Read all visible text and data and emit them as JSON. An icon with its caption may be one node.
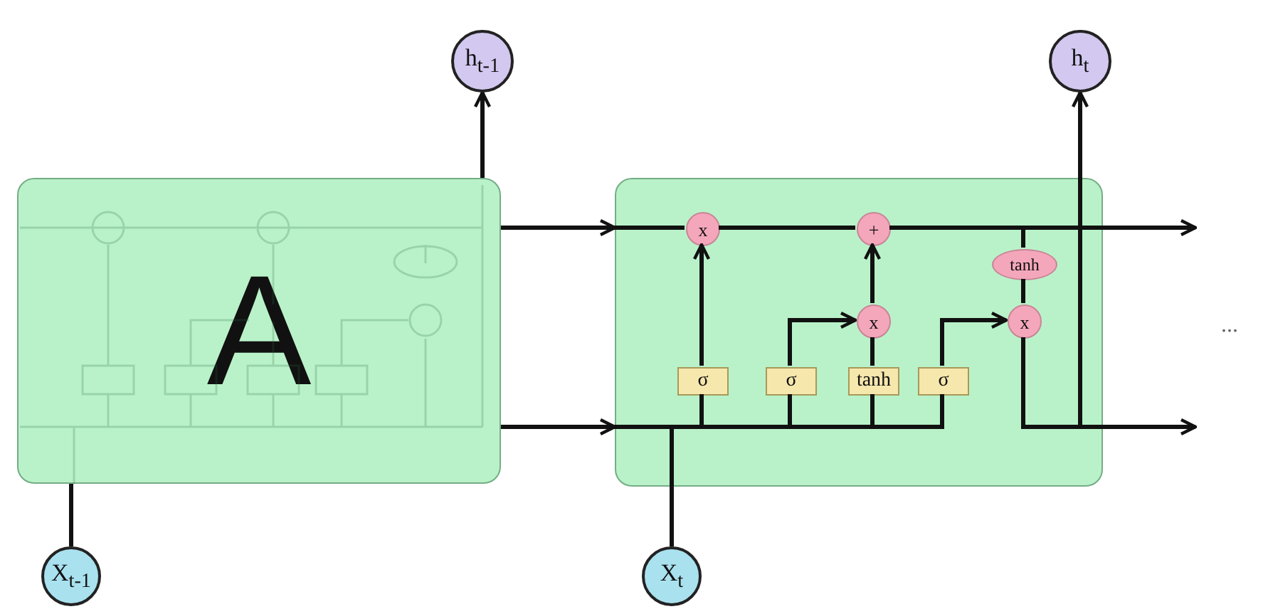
{
  "diagram": {
    "nodes": [
      {
        "text": [
          "A"
        ]
      },
      {
        "text": [
          "h$_{t-1}$"
        ]
      },
      {
        "text": [
          "X$_{t-1}$"
        ]
      },
      {
        "text": [],
        "shape": "box"
      },
      {
        "text": [
          "x"
        ],
        "in": 3
      },
      {
        "text": [
          "+"
        ],
        "in": 3
      },
      {
        "text": [
          "tanh"
        ],
        "in": 3
      },
      {
        "text": [
          "x"
        ],
        "in": 3
      },
      {
        "text": [
          "x"
        ],
        "in": 3
      },
      {
        "text": [
          "σ"
        ],
        "in": 3
      },
      {
        "text": [
          "σ"
        ],
        "in": 3
      },
      {
        "text": [
          "tanh"
        ],
        "in": 3
      },
      {
        "text": [
          "σ"
        ],
        "in": 3
      },
      {
        "text": [
          "h$_{t}$"
        ]
      },
      {
        "text": [
          "X$_{t}$"
        ]
      }
    ],
    "edges": [
      {
        "from": 0,
        "to": 3,
        "arrow": "to"
      },
      {
        "from": 0,
        "to": 3,
        "arrow": "to"
      },
      {
        "from": 0,
        "to": 1,
        "arrow": "to"
      },
      {
        "from": 2,
        "to": 0,
        "arrow": "none"
      },
      {
        "from": 4,
        "to": 5,
        "arrow": "none"
      },
      {
        "from": 5,
        "to": null,
        "arrow": "to"
      },
      {
        "from": 5,
        "to": 6,
        "arrow": "none"
      },
      {
        "from": 9,
        "to": 4,
        "arrow": "to"
      },
      {
        "from": 10,
        "to": 7,
        "arrow": "to"
      },
      {
        "from": 11,
        "to": 7,
        "arrow": "none"
      },
      {
        "from": 7,
        "to": 5,
        "arrow": "to"
      },
      {
        "from": 12,
        "to": 8,
        "arrow": "to"
      },
      {
        "from": 6,
        "to": 8,
        "arrow": "none"
      },
      {
        "from": 8,
        "to": null,
        "arrow": "to"
      },
      {
        "from": 8,
        "to": 13,
        "arrow": "to"
      },
      {
        "from": 14,
        "to": 9,
        "arrow": "none"
      },
      {
        "from": 14,
        "to": 10,
        "arrow": "none"
      },
      {
        "from": 14,
        "to": 11,
        "arrow": "none"
      },
      {
        "from": 14,
        "to": 12,
        "arrow": "none"
      }
    ],
    "labels": [
      "..."
    ]
  }
}
